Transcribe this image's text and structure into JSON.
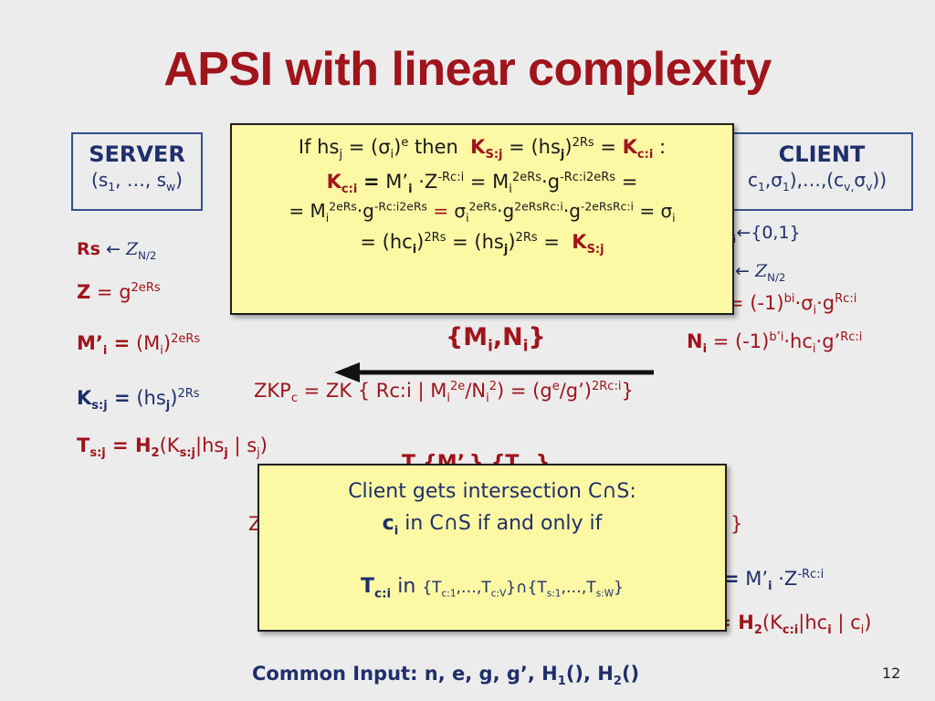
{
  "title": "APSI with linear complexity",
  "server": {
    "title": "SERVER",
    "inputs": "(s1, …, sw)"
  },
  "client": {
    "title": "CLIENT",
    "inputs_visible": "c1,σ1),…,(cv,σv))"
  },
  "server_steps": {
    "rs": "Rs ← ZN/2",
    "z": "Z = g2eRs",
    "m_prime": "M’i = (Mi)2eRs",
    "k_sj": "Ks:j = (hsj)2Rs",
    "t_sj": "Ts:j = H2(Ks:j | hsj | sj)"
  },
  "client_steps": {
    "b_fragment": "’i←{0,1}",
    "rc_fragment": "← ZN/2",
    "m_fragment": "= (-1)bi·σi·gRc:i",
    "n": "Ni = (-1)b’i·hci·g’Rc:i",
    "k_fragment": "= M’i ·Z-Rc:i",
    "t_fragment": "= H2(Kc:i | hci | ci)"
  },
  "message": "{Mi,Ni}",
  "zkp_c": "ZKPc = ZK { Rc:i | Mi2e/Ni2) = (ge/g’)2Rc:i}",
  "hidden_fragments": {
    "z_left": "Z",
    "brace_right": "}"
  },
  "proof_box": {
    "line1": "If hsj = (σi)e then KS:j = (hsj)2Rs = Kc:i :",
    "line2": "Kc:i = M’i ·Z-Rc:i = Mi2eRs·g-Rc:i2eRs =",
    "line3": "= Mi2eRs·g-Rc:i2eRs = σi2eRs·g2eRsRc:i·g-2eRsRc:i = σi",
    "line4": "= (hci)2Rs = (hsj)2Rs = KS:j"
  },
  "result_box": {
    "line1": "Client gets intersection C∩S:",
    "line2": "ci in C∩S if and only if",
    "line3": "Tc:i in {Tc:1,…,Tc:v}∩{Ts:1,…,Ts:w}"
  },
  "common_input": "Common Input: n, e, g, g’, H1(), H2()",
  "page_number": "12",
  "colors": {
    "title_red": "#a0141c",
    "navy": "#1f2f6b",
    "yellow_box": "#fcf8a4",
    "background": "#ececec"
  }
}
